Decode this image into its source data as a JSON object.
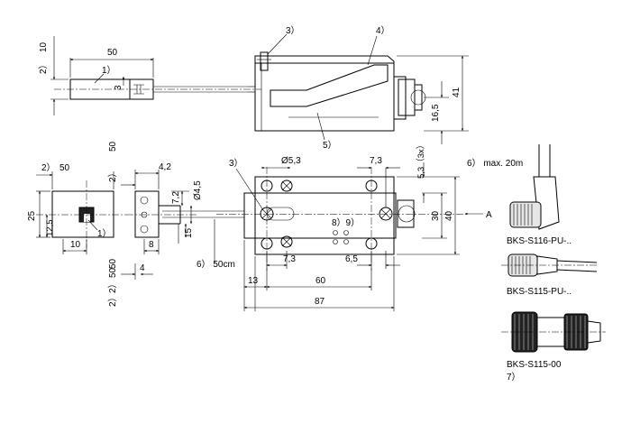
{
  "top_view": {
    "cable_label": "1）",
    "dim_2": "2）",
    "dim_10": "10",
    "dim_50": "50",
    "dim_3": "3",
    "callout_3": "3）",
    "callout_4": "4）",
    "callout_5": "5）",
    "dim_41": "41",
    "dim_16_5": "16,5"
  },
  "left_view": {
    "dim_2a": "2）",
    "dim_50a": "50",
    "dim_25": "25",
    "dim_12_5": "12,5",
    "dim_10": "10",
    "callout_1": "1）",
    "dim_2b": "2）",
    "dim_50b": "50"
  },
  "mid_view": {
    "dim_4_2": "4,2",
    "dim_7_2": "7,2",
    "dim_dia_4_5": "Ø4,5",
    "dim_8": "8",
    "dim_15": "15",
    "dim_4": "4",
    "dim_2a": "2）",
    "dim_50a": "50",
    "dim_2b": "2）",
    "dim_50b": "50"
  },
  "main_view": {
    "callout_3": "3）",
    "dim_dia_5_3": "Ø5,3",
    "dim_7_3_top": "7,3",
    "dim_5_3": "5,3（3x）",
    "dim_30": "30",
    "dim_40": "40",
    "view_a": "A",
    "callout_89": "8）9）",
    "dim_7_3_bottom": "7,3",
    "dim_6_5": "6,5",
    "cable_length": "6） 50cm",
    "dim_13": "13",
    "dim_60": "60",
    "dim_87": "87"
  },
  "connectors": {
    "cable_note": "6） max. 20m",
    "bks_116": "BKS-S116-PU-..",
    "bks_115": "BKS-S115-PU-..",
    "bks_115_00": "BKS-S115-00",
    "note_7": "7）"
  }
}
